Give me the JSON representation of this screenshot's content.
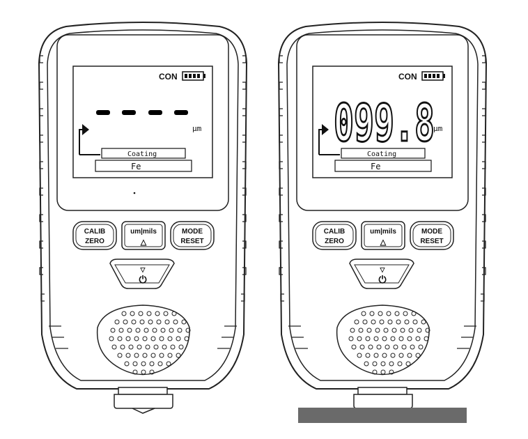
{
  "devices": [
    {
      "indicator": "CON",
      "reading": "----",
      "unit": "µm",
      "substrate_label": "Coating",
      "base_label": "Fe",
      "buttons": {
        "calib_line1": "CALIB",
        "calib_line2": "ZERO",
        "units": "um|mils",
        "units_arrow": "△",
        "mode_line1": "MODE",
        "mode_line2": "RESET",
        "power_arrow": "▽",
        "power_symbol": "⏻"
      }
    },
    {
      "indicator": "CON",
      "reading": "099.8",
      "unit": "µm",
      "substrate_label": "Coating",
      "base_label": "Fe",
      "buttons": {
        "calib_line1": "CALIB",
        "calib_line2": "ZERO",
        "units": "um|mils",
        "units_arrow": "△",
        "mode_line1": "MODE",
        "mode_line2": "RESET",
        "power_arrow": "▽",
        "power_symbol": "⏻"
      }
    }
  ],
  "colors": {
    "outline": "#222222",
    "base_bar": "#6a6a6a",
    "background": "#ffffff"
  }
}
